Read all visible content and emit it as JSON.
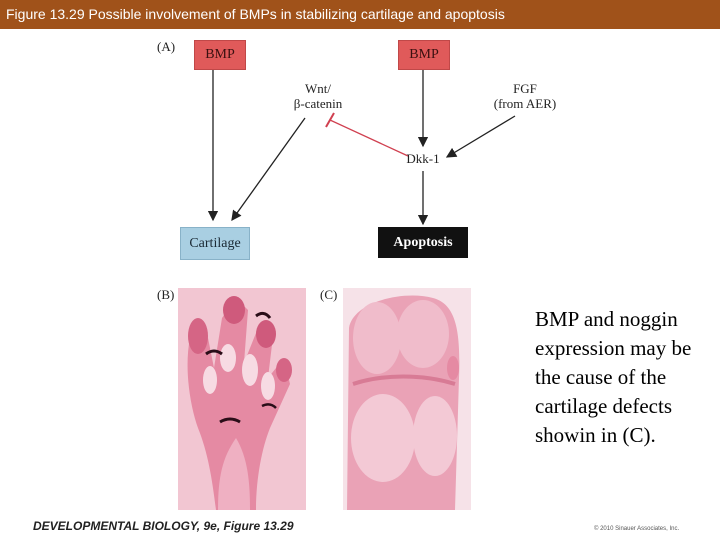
{
  "header": {
    "title": "Figure 13.29 Possible involvement of BMPs in stabilizing cartilage and apoptosis"
  },
  "panels": {
    "a": "(A)",
    "b": "(B)",
    "c": "(C)"
  },
  "diagram": {
    "bmp_left": "BMP",
    "bmp_right": "BMP",
    "wnt_line1": "Wnt/",
    "wnt_line2": "β-catenin",
    "fgf_line1": "FGF",
    "fgf_line2": "(from AER)",
    "dkk": "Dkk-1",
    "cartilage": "Cartilage",
    "apoptosis": "Apoptosis",
    "colors": {
      "bmp": "#e05a5a",
      "cartilage": "#a9cfe2",
      "apoptosis": "#111111",
      "inhibit": "#d04050",
      "title_bar": "#a0521a"
    }
  },
  "side_text": "BMP and noggin expression may be the cause of the cartilage defects showin in (C).",
  "footer": {
    "citation": "DEVELOPMENTAL BIOLOGY, 9e, Figure 13.29",
    "copyright": "© 2010 Sinauer Associates, Inc."
  }
}
